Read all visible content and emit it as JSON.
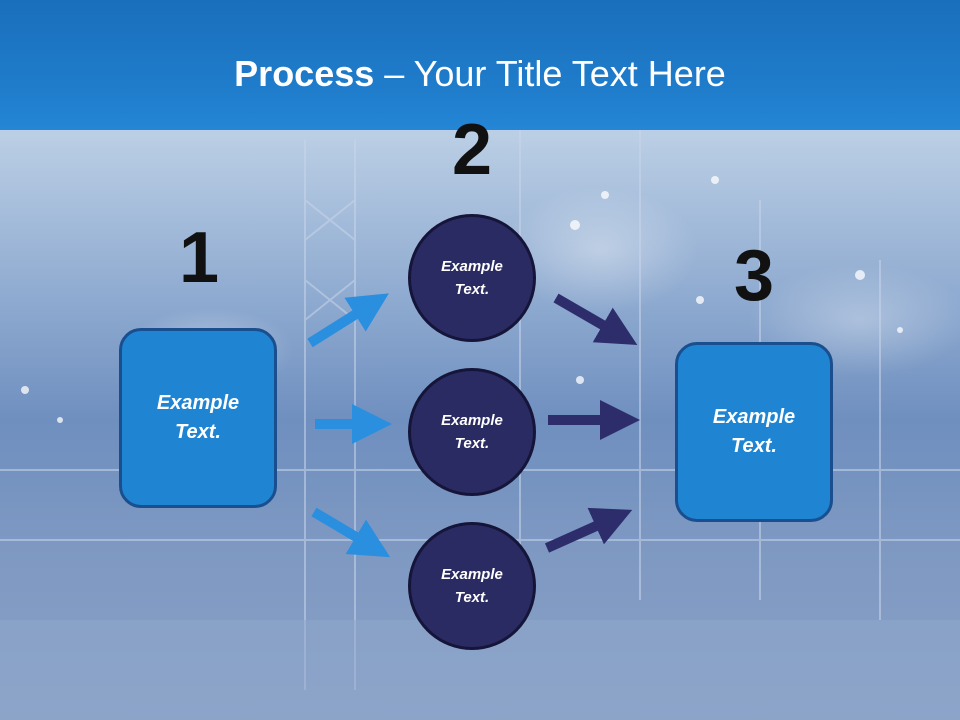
{
  "title": {
    "bold": "Process",
    "rest": " – Your Title Text Here"
  },
  "steps": [
    {
      "number": "1",
      "label_line1": "Example",
      "label_line2": "Text."
    },
    {
      "number": "2"
    },
    {
      "number": "3",
      "label_line1": "Example",
      "label_line2": "Text."
    }
  ],
  "circles": [
    {
      "line1": "Example",
      "line2": "Text."
    },
    {
      "line1": "Example",
      "line2": "Text."
    },
    {
      "line1": "Example",
      "line2": "Text."
    }
  ],
  "colors": {
    "header": "#1f7dcc",
    "box_fill": "#1f84d2",
    "circle_fill": "#2b2b63",
    "arrow_light": "#2a8fde",
    "arrow_dark": "#2d2d6b"
  }
}
